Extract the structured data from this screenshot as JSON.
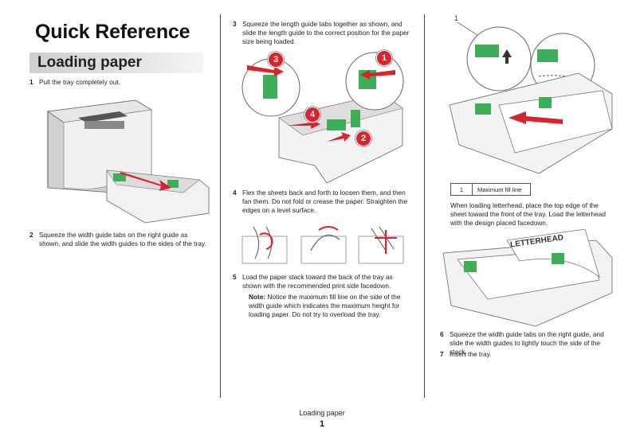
{
  "header": {
    "title": "Quick Reference",
    "section": "Loading paper"
  },
  "steps": {
    "s1": {
      "num": "1",
      "text": "Pull the tray completely out."
    },
    "s2": {
      "num": "2",
      "text": "Squeeze the width guide tabs on the right guide as shown, and slide the width guides to the sides of the tray."
    },
    "s3": {
      "num": "3",
      "text": "Squeeze the length guide tabs together as shown, and slide the length guide to the correct position for the paper size being loaded."
    },
    "s4": {
      "num": "4",
      "text": "Flex the sheets back and forth to loosen them, and then fan them. Do not fold or crease the paper. Straighten the edges on a level surface."
    },
    "s5": {
      "num": "5",
      "text": "Load the paper stack toward the back of the tray as shown with the recommended print side facedown."
    },
    "s6": {
      "num": "6",
      "text": "Squeeze the width guide tabs on the right guide, and slide the width guides to lightly touch the side of the stack."
    },
    "s7": {
      "num": "7",
      "text": "Insert the tray."
    }
  },
  "note": {
    "label": "Note:",
    "text": "Notice the maximum fill line on the side of the width guide which indicates the maximum height for loading paper. Do not try to overload the tray."
  },
  "callouts": {
    "badges": [
      "3",
      "1",
      "4",
      "2"
    ],
    "fill_marker": "1",
    "fill_table": {
      "num": "1",
      "label": "Maximum fill line"
    }
  },
  "letterhead": {
    "intro": "When loading letterhead, place the top edge of the sheet toward the front of the tray. Load the letterhead with the design placed facedown.",
    "paper_text": "LETTERHEAD"
  },
  "footer": {
    "label": "Loading paper",
    "page": "1"
  },
  "colors": {
    "badge": "#d9232e",
    "guide_green": "#3fae5a",
    "arrow_red": "#d9232e"
  }
}
